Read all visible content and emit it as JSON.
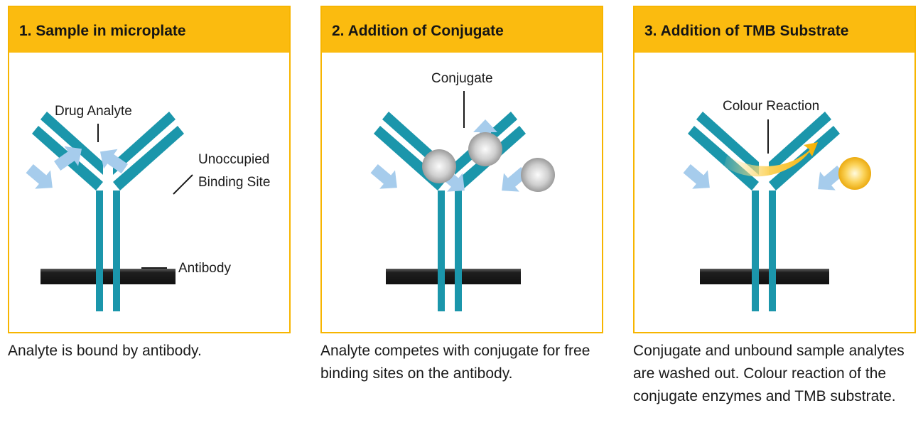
{
  "panels": [
    {
      "title": "1. Sample in microplate",
      "caption": "Analyte is bound by antibody.",
      "labels": {
        "drug": "Drug Analyte",
        "site_line1": "Unoccupied",
        "site_line2": "Binding Site",
        "antibody": "Antibody"
      }
    },
    {
      "title": "2. Addition of Conjugate",
      "caption": "Analyte competes with conjugate for free binding sites on the antibody.",
      "labels": {
        "conjugate": "Conjugate"
      }
    },
    {
      "title": "3. Addition of TMB Substrate",
      "caption": "Conjugate and unbound sample analytes are washed out. Colour reaction of the conjugate enzymes and TMB substrate.",
      "labels": {
        "colour": "Colour Reaction"
      }
    }
  ],
  "colors": {
    "header": "#fbbb0f",
    "border": "#f7b500",
    "antibody": "#1b96ab",
    "arrow": "#a6ccec",
    "plate": "#1e1e1e",
    "conjugate_ball": "#a8a8a8",
    "enzyme_ball": "#f5b300"
  }
}
